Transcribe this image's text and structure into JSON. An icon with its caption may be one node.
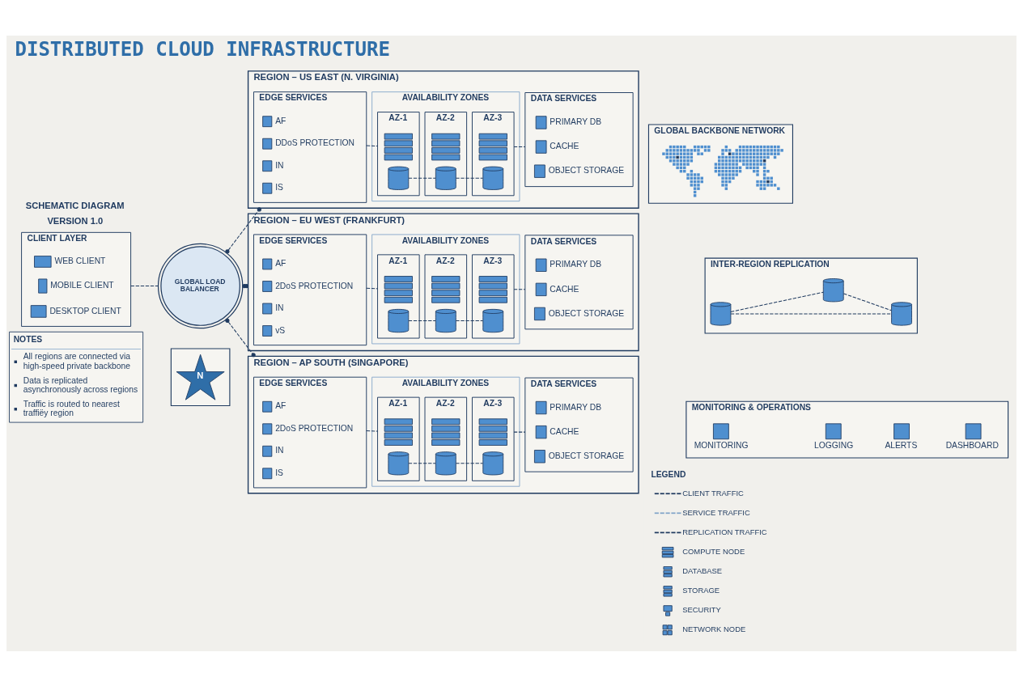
{
  "diagram": {
    "title": "DISTRIBUTED CLOUD INFRASTRUCTURE",
    "nodes": [
      {
        "text": [
          "CLIENT LAYER"
        ]
      },
      {
        "text": [
          "WEB CLIENT"
        ],
        "in": 0
      },
      {
        "text": [
          "MOBILE CLIENT"
        ],
        "in": 0
      },
      {
        "text": [
          "DESKTOP CLIENT"
        ],
        "in": 0
      },
      {
        "text": [
          "GLOBAL LOAD BALANCER"
        ]
      },
      {
        "text": [
          "REGION – US EAST (N. VIRGINIA)"
        ]
      },
      {
        "text": [
          "EDGE SERVICES"
        ],
        "in": 5
      },
      {
        "text": [
          "AF"
        ],
        "in": 6
      },
      {
        "text": [
          "DDoS PROTECTION"
        ],
        "in": 6
      },
      {
        "text": [
          "IN"
        ],
        "in": 6
      },
      {
        "text": [
          "IS"
        ],
        "in": 6
      },
      {
        "text": [
          "AVAILABILITY ZONES"
        ],
        "in": 5
      },
      {
        "text": [
          "AZ-1"
        ],
        "in": 11
      },
      {
        "text": [],
        "shape": "server",
        "in": 12
      },
      {
        "text": [],
        "shape": "cylinder",
        "in": 12
      },
      {
        "text": [
          "AZ-2"
        ],
        "in": 11
      },
      {
        "text": [],
        "shape": "server",
        "in": 15
      },
      {
        "text": [],
        "shape": "cylinder",
        "in": 15
      },
      {
        "text": [
          "AZ-3"
        ],
        "in": 11
      },
      {
        "text": [],
        "shape": "server",
        "in": 18
      },
      {
        "text": [],
        "shape": "cylinder",
        "in": 18
      },
      {
        "text": [
          "DATA SERVICES"
        ],
        "in": 5
      },
      {
        "text": [
          "PRIMARY DB"
        ],
        "in": 21
      },
      {
        "text": [
          "CACHE"
        ],
        "in": 21
      },
      {
        "text": [
          "OBJECT STORAGE"
        ],
        "in": 21
      },
      {
        "text": [
          "REGION – EU WEST (FRANKFURT)"
        ]
      },
      {
        "text": [
          "EDGE SERVICES"
        ],
        "in": 25
      },
      {
        "text": [
          "AF"
        ],
        "in": 26
      },
      {
        "text": [
          "2DoS PROTECTION"
        ],
        "in": 26
      },
      {
        "text": [
          "IN"
        ],
        "in": 26
      },
      {
        "text": [
          "vS"
        ],
        "in": 26
      },
      {
        "text": [
          "AVAILABILITY ZONES"
        ],
        "in": 25
      },
      {
        "text": [
          "AZ-1"
        ],
        "in": 31
      },
      {
        "text": [],
        "shape": "server",
        "in": 32
      },
      {
        "text": [],
        "shape": "cylinder",
        "in": 32
      },
      {
        "text": [
          "AZ-2"
        ],
        "in": 31
      },
      {
        "text": [],
        "shape": "server",
        "in": 35
      },
      {
        "text": [],
        "shape": "cylinder",
        "in": 35
      },
      {
        "text": [
          "AZ-3"
        ],
        "in": 31
      },
      {
        "text": [],
        "shape": "server",
        "in": 38
      },
      {
        "text": [],
        "shape": "cylinder",
        "in": 38
      },
      {
        "text": [
          "DATA SERVICES"
        ],
        "in": 25
      },
      {
        "text": [
          "PRIMARY DB"
        ],
        "in": 41
      },
      {
        "text": [
          "CACHE"
        ],
        "in": 41
      },
      {
        "text": [
          "OBJECT STORAGE"
        ],
        "in": 41
      },
      {
        "text": [
          "REGION – AP SOUTH (SINGAPORE)"
        ]
      },
      {
        "text": [
          "EDGE SERVICES"
        ],
        "in": 45
      },
      {
        "text": [
          "AF"
        ],
        "in": 46
      },
      {
        "text": [
          "2DoS PROTECTION"
        ],
        "in": 46
      },
      {
        "text": [
          "IN"
        ],
        "in": 46
      },
      {
        "text": [
          "IS"
        ],
        "in": 46
      },
      {
        "text": [
          "AVAILABILITY ZONES"
        ],
        "in": 45
      },
      {
        "text": [
          "AZ-1"
        ],
        "in": 51
      },
      {
        "text": [],
        "shape": "server",
        "in": 52
      },
      {
        "text": [],
        "shape": "cylinder",
        "in": 52
      },
      {
        "text": [
          "AZ-2"
        ],
        "in": 51
      },
      {
        "text": [],
        "shape": "server",
        "in": 55
      },
      {
        "text": [],
        "shape": "cylinder",
        "in": 55
      },
      {
        "text": [
          "AZ-3"
        ],
        "in": 51
      },
      {
        "text": [],
        "shape": "server",
        "in": 58
      },
      {
        "text": [],
        "shape": "cylinder",
        "in": 58
      },
      {
        "text": [
          "DATA SERVICES"
        ],
        "in": 45
      },
      {
        "text": [
          "PRIMARY DB"
        ],
        "in": 61
      },
      {
        "text": [
          "CACHE"
        ],
        "in": 61
      },
      {
        "text": [
          "OBJECT STORAGE"
        ],
        "in": 61
      },
      {
        "text": [
          "GLOBAL BACKBONE NETWORK"
        ]
      },
      {
        "text": [],
        "shape": "picture",
        "in": 65
      },
      {
        "text": [
          "INTER-REGION REPLICATION"
        ]
      },
      {
        "text": [],
        "shape": "cylinder",
        "in": 67
      },
      {
        "text": [],
        "shape": "cylinder",
        "in": 67
      },
      {
        "text": [],
        "shape": "cylinder",
        "in": 67
      },
      {
        "text": [
          "MONITORING & OPERATIONS"
        ]
      },
      {
        "text": [
          "MONITORING"
        ],
        "in": 71
      },
      {
        "text": [
          "LOGGING"
        ],
        "in": 71
      },
      {
        "text": [
          "ALERTS"
        ],
        "in": 71
      },
      {
        "text": [
          "DASHBOARD"
        ],
        "in": 71
      },
      {
        "text": [
          "NOTES",
          "All regions are connected via high-speed private backbone",
          "Data is replicated asynchronously across regions",
          "Traffic is routed to nearest traffiëy region"
        ]
      },
      {
        "text": [],
        "shape": "box"
      },
      {
        "text": [
          "N"
        ],
        "in": 77
      }
    ],
    "edges": [
      {
        "from": 0,
        "to": 4,
        "arrow": "none",
        "style": "dashed"
      },
      {
        "from": 4,
        "to": 5,
        "arrow": "other",
        "style": "dashed"
      },
      {
        "from": 4,
        "to": 25,
        "arrow": "other",
        "style": "dashed"
      },
      {
        "from": 4,
        "to": 45,
        "arrow": "other",
        "style": "dashed"
      },
      {
        "from": 6,
        "to": 12,
        "arrow": "none",
        "style": "dashed"
      },
      {
        "from": 14,
        "to": 17,
        "arrow": "none",
        "style": "dashed"
      },
      {
        "from": 17,
        "to": 20,
        "arrow": "none",
        "style": "dashed"
      },
      {
        "from": 18,
        "to": 21,
        "arrow": "none",
        "style": "dashed"
      },
      {
        "from": 26,
        "to": 32,
        "arrow": "none",
        "style": "dashed"
      },
      {
        "from": 34,
        "to": 37,
        "arrow": "none",
        "style": "dashed"
      },
      {
        "from": 37,
        "to": 40,
        "arrow": "none",
        "style": "dashed"
      },
      {
        "from": 38,
        "to": 41,
        "arrow": "none",
        "style": "dashed"
      },
      {
        "from": 46,
        "to": 52,
        "arrow": "none",
        "style": "dashed"
      },
      {
        "from": 54,
        "to": 57,
        "arrow": "none",
        "style": "dashed"
      },
      {
        "from": 57,
        "to": 60,
        "arrow": "none",
        "style": "dashed"
      },
      {
        "from": 58,
        "to": 61,
        "arrow": "none",
        "style": "dashed"
      },
      {
        "from": 69,
        "to": 68,
        "arrow": "none",
        "style": "dashed"
      },
      {
        "from": 68,
        "to": 70,
        "arrow": "none",
        "style": "dashed"
      },
      {
        "from": 69,
        "to": 70,
        "arrow": "none",
        "style": "dashed"
      }
    ],
    "labels": [
      "SCHEMATIC DIAGRAM",
      "VERSION 1.0",
      "LEGEND"
    ],
    "legend": [
      {
        "text": "CLIENT TRAFFIC"
      },
      {
        "text": "SERVICE TRAFFIC"
      },
      {
        "text": "REPLICATION TRAFFIC"
      },
      {
        "text": "COMPUTE NODE"
      },
      {
        "text": "DATABASE"
      },
      {
        "text": "STORAGE"
      },
      {
        "text": "SECURITY"
      },
      {
        "text": "NETWORK NODE"
      }
    ]
  }
}
